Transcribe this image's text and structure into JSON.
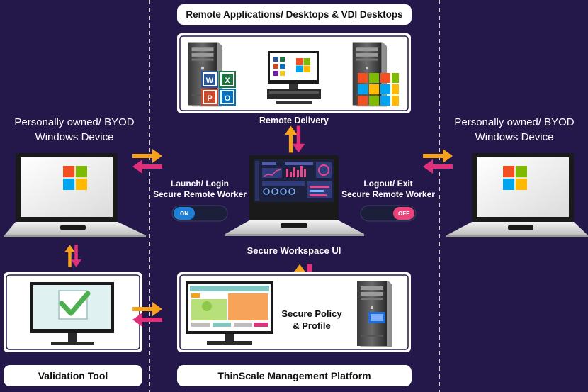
{
  "top_title": "Remote Applications/ Desktops & VDI Desktops",
  "remote_delivery": "Remote Delivery",
  "left_device_title": "Personally owned/ BYOD\nWindows Device",
  "right_device_title": "Personally owned/ BYOD\nWindows Device",
  "launch_label": "Launch/ Login\nSecure Remote Worker",
  "logout_label": "Logout/ Exit\nSecure Remote Worker",
  "toggle_on": "ON",
  "toggle_off": "OFF",
  "workspace_label": "Secure Workspace UI",
  "policy_label": "Secure Policy\n& Profile",
  "validation_tool": "Validation Tool",
  "management_platform": "ThinScale Management Platform",
  "office_apps": [
    "W",
    "X",
    "P",
    "O"
  ],
  "colors": {
    "background": "#24174a",
    "arrow_orange": "#f7a21b",
    "arrow_pink": "#e0307a",
    "win_red": "#f25022",
    "win_green": "#7fba00",
    "win_blue": "#00a4ef",
    "win_yellow": "#ffb900",
    "toggle_on_blue": "#1e7fd6",
    "toggle_off_pink": "#e8437a",
    "check_green": "#4caf50"
  }
}
